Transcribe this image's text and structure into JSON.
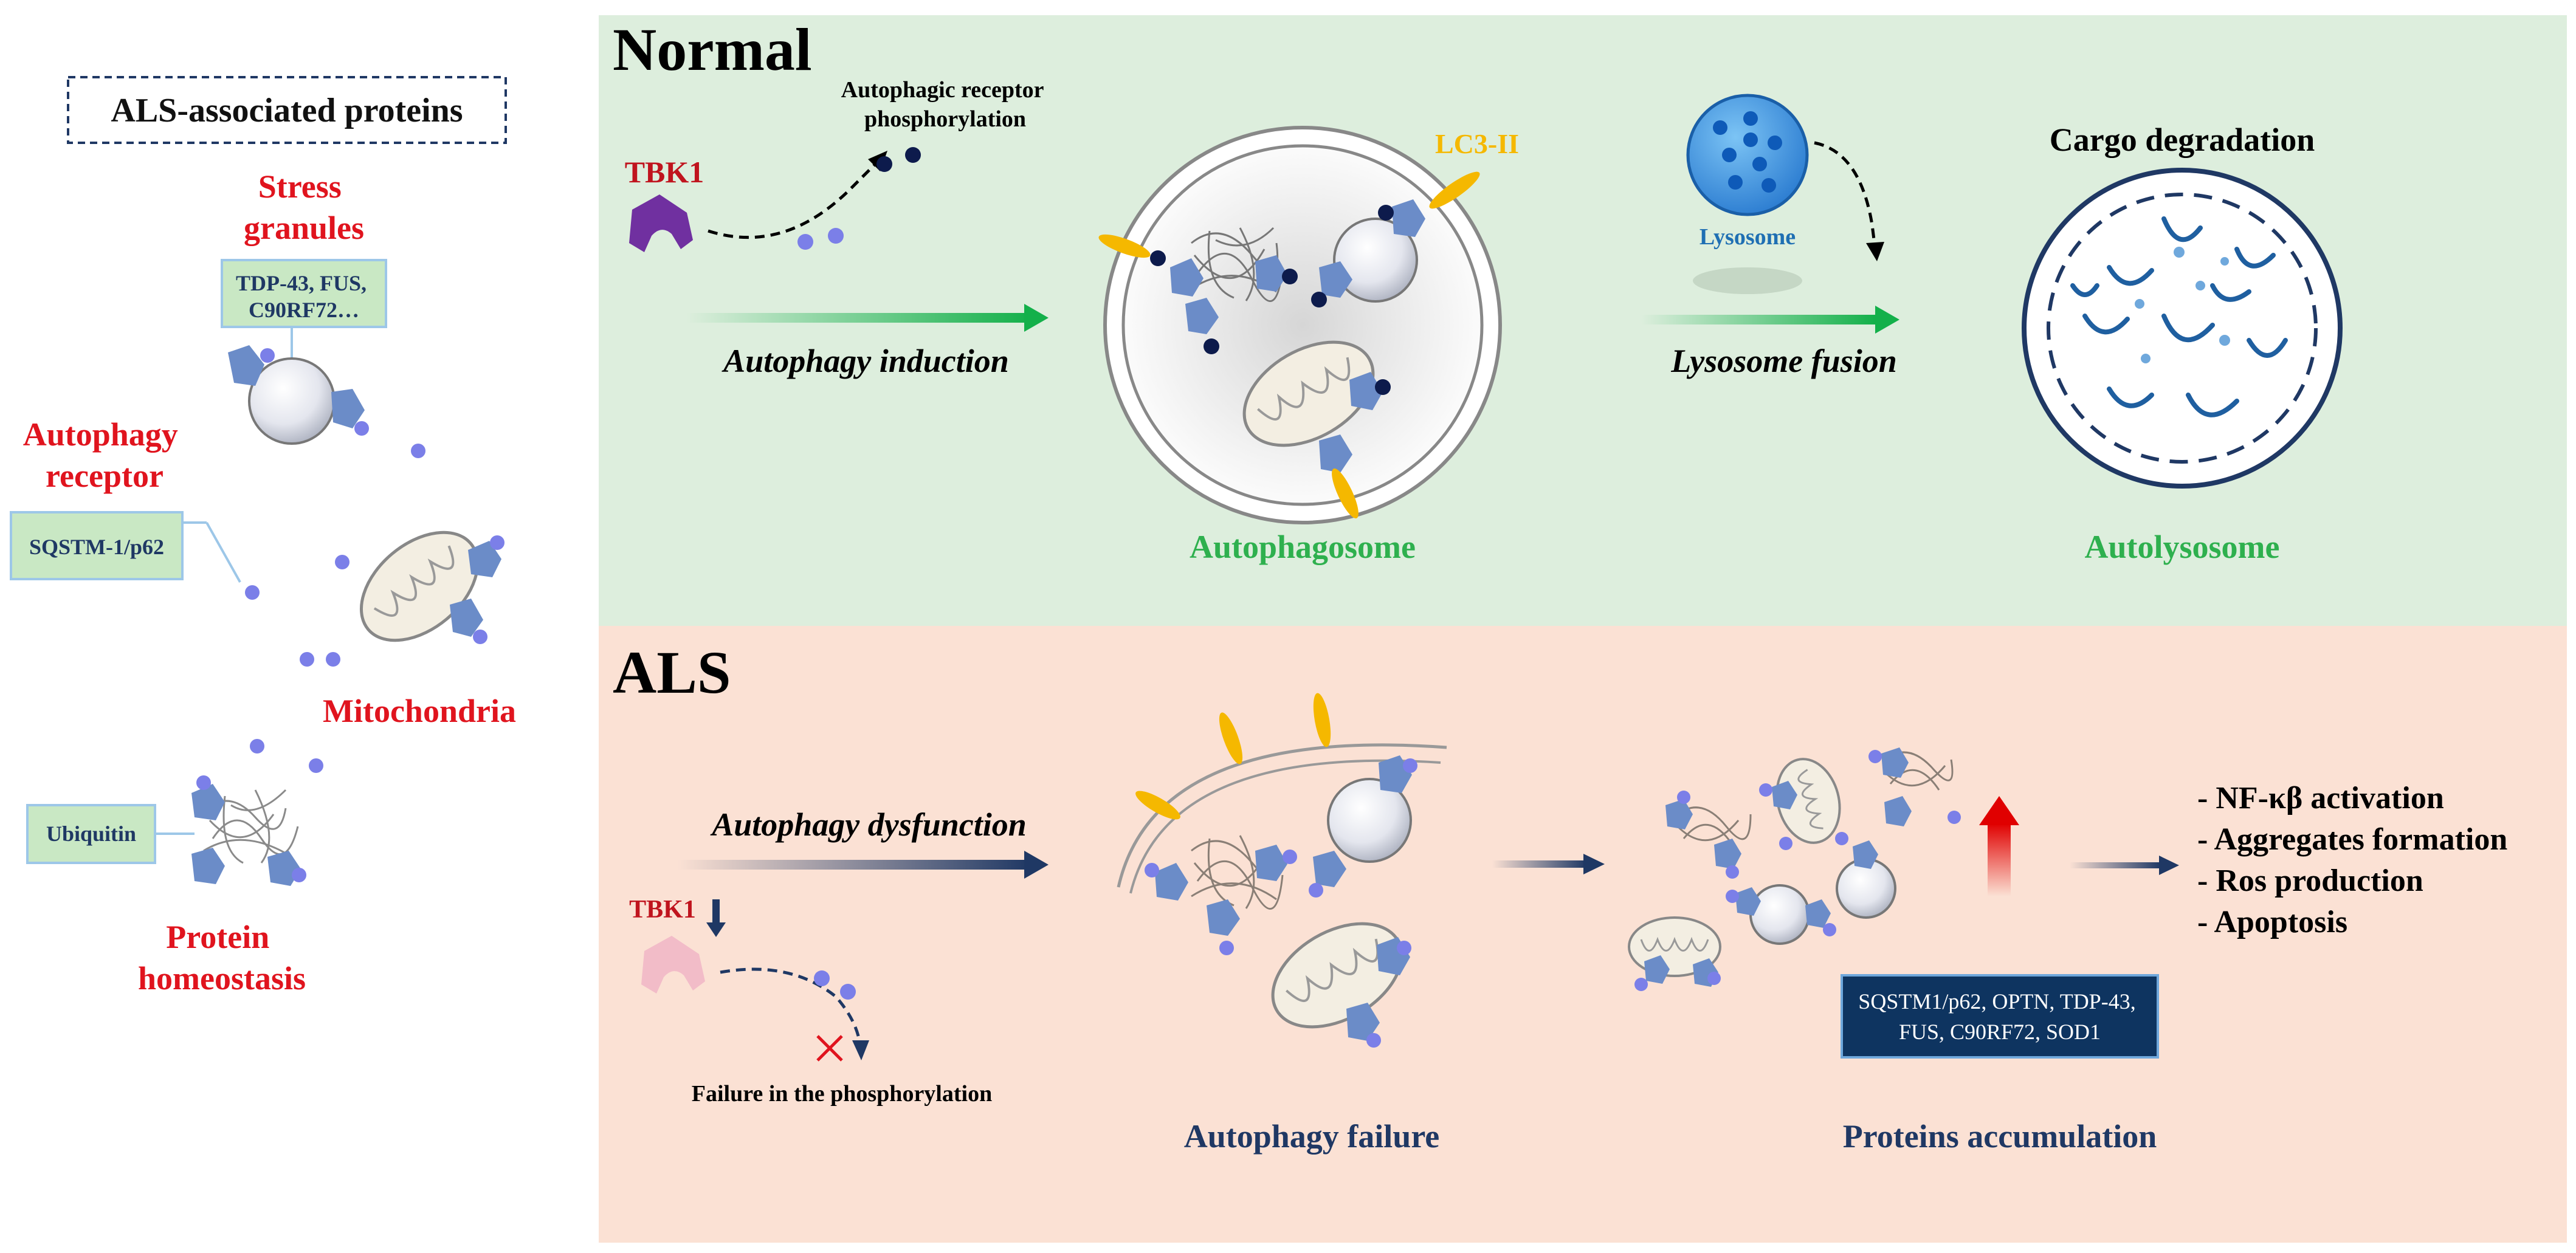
{
  "left_panel": {
    "title": "ALS-associated proteins",
    "stress_granules": [
      "Stress",
      "granules"
    ],
    "stress_box": [
      "TDP-43, FUS,",
      "C90RF72…"
    ],
    "autophagy_receptor": [
      "Autophagy",
      "receptor"
    ],
    "receptor_box": "SQSTM-1/p62",
    "mitochondria": "Mitochondria",
    "ubiquitin_box": "Ubiquitin",
    "protein_homeostasis": [
      "Protein",
      "homeostasis"
    ]
  },
  "normal": {
    "title": "Normal",
    "tbk1": "TBK1",
    "phosphorylation": [
      "Autophagic receptor",
      "phosphorylation"
    ],
    "lc3": "LC3-II",
    "autophagy_induction": "Autophagy induction",
    "autophagosome": "Autophagosome",
    "lysosome": "Lysosome",
    "lysosome_fusion": "Lysosome fusion",
    "cargo_degradation": "Cargo degradation",
    "autolysosome": "Autolysosome"
  },
  "als": {
    "title": "ALS",
    "autophagy_dysfunction": "Autophagy dysfunction",
    "tbk1": "TBK1",
    "failure": "Failure in the phosphorylation",
    "autophagy_failure": "Autophagy failure",
    "proteins_box": [
      "SQSTM1/p62, OPTN, TDP-43,",
      "FUS, C90RF72, SOD1"
    ],
    "proteins_accumulation": "Proteins accumulation",
    "outcomes": [
      "- NF-κβ activation",
      "- Aggregates formation",
      "- Ros production",
      "- Apoptosis"
    ]
  },
  "colors": {
    "normal_bg": "#ddeedd",
    "als_bg": "#fbe1d4",
    "red_label": "#e0141e",
    "green_label": "#2eb04e",
    "navy": "#1f3864",
    "lc3_yellow": "#f5b800",
    "receptor_blue": "#6b8cc8",
    "dot_purple": "#7b7fe8",
    "box_green": "#c9e8c4"
  }
}
